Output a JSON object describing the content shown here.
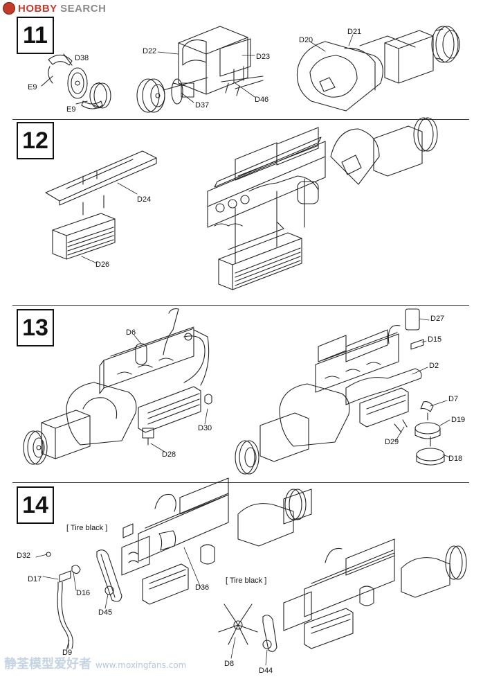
{
  "watermark_top": {
    "brand_a": "HOBBY",
    "brand_b": " SEARCH"
  },
  "watermark_bottom": {
    "title": "静荃模型爱好者",
    "url": "www.moxingfans.com"
  },
  "steps": [
    {
      "number": "11",
      "labels": [
        "E9",
        "D38",
        "E9",
        "D22",
        "D23",
        "D37",
        "D46",
        "D20",
        "D21"
      ]
    },
    {
      "number": "12",
      "labels": [
        "D24",
        "D26"
      ]
    },
    {
      "number": "13",
      "labels": [
        "D6",
        "D30",
        "D28",
        "D27",
        "D15",
        "D2",
        "D7",
        "D19",
        "D29",
        "D18"
      ]
    },
    {
      "number": "14",
      "labels": [
        "D32",
        "D17",
        "D16",
        "D45",
        "D9",
        "D36",
        "D8",
        "D44"
      ],
      "notes": [
        "[ Tire black ]",
        "[ Tire black ]"
      ]
    }
  ]
}
